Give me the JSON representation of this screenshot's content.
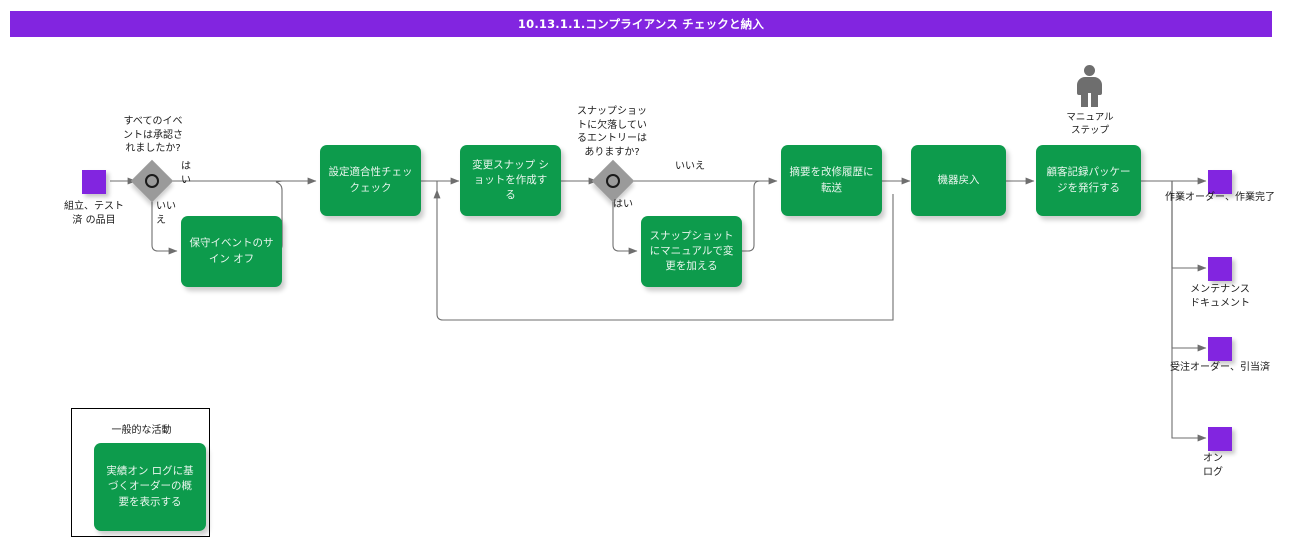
{
  "title": "10.13.1.1.コンプライアンス チェックと納入",
  "colors": {
    "banner": "#8225e0",
    "process": "#0d9b4c",
    "marker": "#8225e0",
    "decision": "#9a9a9a",
    "connector": "#6e6e6e",
    "person": "#6e6e6e"
  },
  "start": {
    "label": "組立、テスト\n済 の品目"
  },
  "decisions": [
    {
      "id": "d1",
      "question": "すべてのイベ\nントは承認さ\nれましたか?",
      "yes": "は\nい",
      "no": "いい\nえ"
    },
    {
      "id": "d2",
      "question": "スナップショッ\nトに欠落してい\nるエントリーは\nありますか?",
      "yes": "はい",
      "no": "いいえ"
    }
  ],
  "processes": [
    {
      "id": "p1",
      "label": "保守イベントのサ\nイン オフ"
    },
    {
      "id": "p2",
      "label": "設定適合性チェッ\nクェック"
    },
    {
      "id": "p3",
      "label": "変更スナップ\nショットを作成す\nる"
    },
    {
      "id": "p4",
      "label": "スナップショット\nにマニュアルで変\n更を加える"
    },
    {
      "id": "p5",
      "label": "摘要を改修履歴に\n転送"
    },
    {
      "id": "p6",
      "label": "機器戻入"
    },
    {
      "id": "p7",
      "label": "顧客記録パッケー\nジを発行する"
    }
  ],
  "manual_step": {
    "icon": "person-icon",
    "label": "マニュアル\nステップ"
  },
  "outputs": [
    {
      "id": "o1",
      "label": "作業オーダー、作業完了"
    },
    {
      "id": "o2",
      "label": "メンテナンス\nドキュメント"
    },
    {
      "id": "o3",
      "label": "受注オーダー、引当済"
    },
    {
      "id": "o4",
      "label": "オン\nログ"
    }
  ],
  "legend": {
    "caption": "一般的な活動",
    "sample": "実績オン ログに基\nづくオーダーの概\n要を表示する"
  }
}
